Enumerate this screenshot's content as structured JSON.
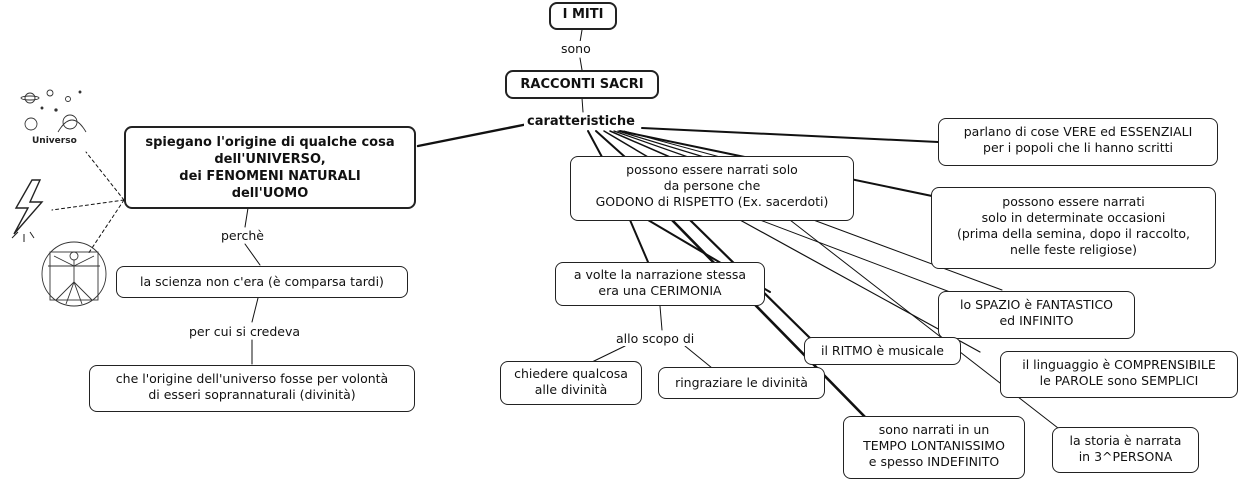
{
  "nodes": {
    "i_miti": "I MITI",
    "racconti_sacri": "RACCONTI SACRI",
    "spiegano": "spiegano l'origine di qualche cosa\ndell'UNIVERSO,\ndei FENOMENI NATURALI\ndell'UOMO",
    "scienza": "la scienza non c'era (è comparsa tardi)",
    "origine_universo": "che l'origine dell'universo fosse per volontà\ndi esseri soprannaturali (divinità)",
    "cose_vere": "parlano di cose VERE ed ESSENZIALI\nper i popoli che li hanno scritti",
    "godono": "possono essere narrati solo\nda persone che\nGODONO di RISPETTO (Ex. sacerdoti)",
    "occasioni": "possono essere narrati\nsolo in determinate occasioni\n(prima della semina, dopo il raccolto,\nnelle feste religiose)",
    "cerimonia": "a volte la narrazione stessa\nera una CERIMONIA",
    "spazio": "lo SPAZIO è FANTASTICO\ned INFINITO",
    "ritmo": "il RITMO è musicale",
    "linguaggio": "il linguaggio è COMPRENSIBILE\nle PAROLE sono SEMPLICI",
    "chiedere": "chiedere qualcosa\nalle divinità",
    "ringraziare": "ringraziare le divinità",
    "tempo": "sono narrati in un\nTEMPO LONTANISSIMO\ne spesso INDEFINITO",
    "persona": "la storia è narrata\nin 3^PERSONA"
  },
  "links": {
    "sono": "sono",
    "caratteristiche": "caratteristiche",
    "perche": "perchè",
    "per_cui": "per cui si credeva",
    "allo_scopo": "allo scopo di"
  },
  "illustrations": {
    "universe_caption": "Universo",
    "icons": [
      "universe-icon",
      "lightning-icon",
      "vitruvian-man-icon"
    ]
  }
}
